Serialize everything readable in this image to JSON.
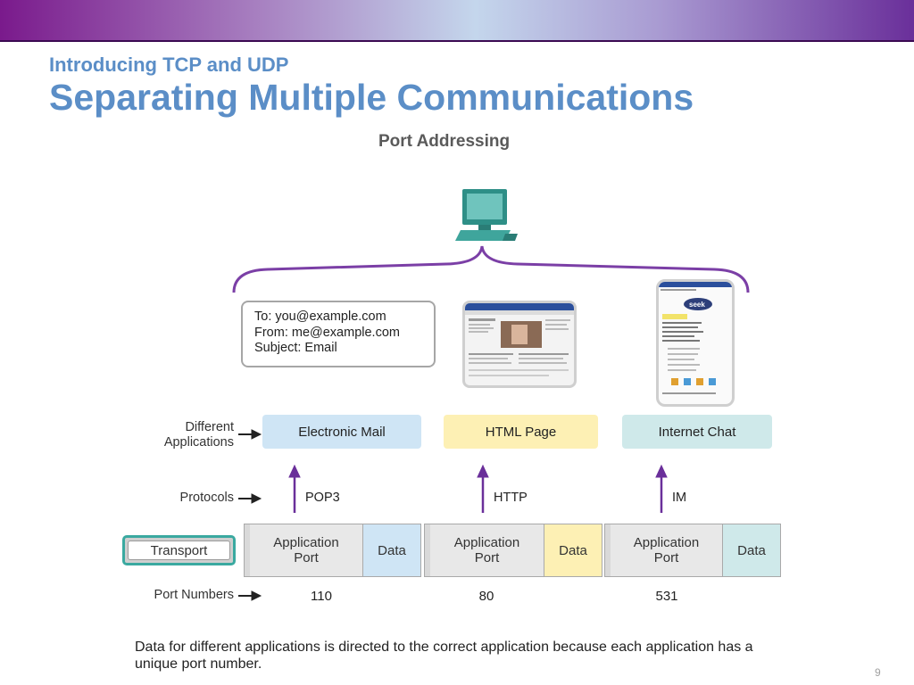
{
  "slide": {
    "subtitle": "Introducing TCP and UDP",
    "title": "Separating Multiple Communications",
    "number": "9",
    "footnote": "Data for different applications is directed to the correct application because each application has a unique port number."
  },
  "diagram": {
    "title": "Port Addressing",
    "row_labels": {
      "applications_line1": "Different",
      "applications_line2": "Applications",
      "protocols": "Protocols",
      "transport": "Transport",
      "port_numbers": "Port Numbers"
    },
    "email": {
      "to": "To: you@example.com",
      "from": "From: me@example.com",
      "subject": "Subject: Email"
    },
    "phone_screen": {
      "brand": "seek"
    },
    "columns": [
      {
        "application": "Electronic Mail",
        "protocol": "POP3",
        "port_label_line1": "Application",
        "port_label_line2": "Port",
        "data_label": "Data",
        "port_number": "110",
        "data_color": "#cfe5f5"
      },
      {
        "application": "HTML Page",
        "protocol": "HTTP",
        "port_label_line1": "Application",
        "port_label_line2": "Port",
        "data_label": "Data",
        "port_number": "80",
        "data_color": "#fdf0b4"
      },
      {
        "application": "Internet Chat",
        "protocol": "IM",
        "port_label_line1": "Application",
        "port_label_line2": "Port",
        "data_label": "Data",
        "port_number": "531",
        "data_color": "#cfe9ea"
      }
    ],
    "colors": {
      "title_blue": "#5b8ec7",
      "brace_purple": "#7b3fa6",
      "arrow_purple": "#6a2f9a",
      "computer_teal": "#2e8f87",
      "transport_border": "#3aa9a0"
    }
  }
}
